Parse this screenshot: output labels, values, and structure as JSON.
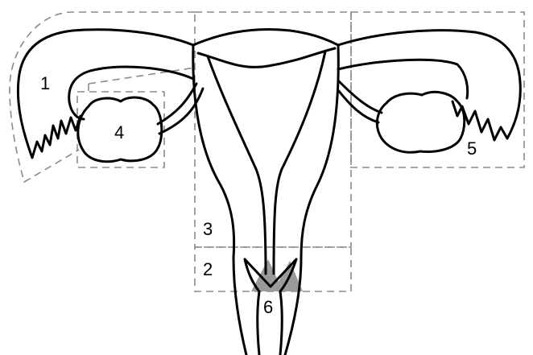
{
  "labels": {
    "l1": "1",
    "l2": "2",
    "l3": "3",
    "l4": "4",
    "l5": "5",
    "l6": "6"
  },
  "colors": {
    "outline": "#000000",
    "region_border": "#8a8a8a",
    "highlight": "#9a9a9a"
  }
}
